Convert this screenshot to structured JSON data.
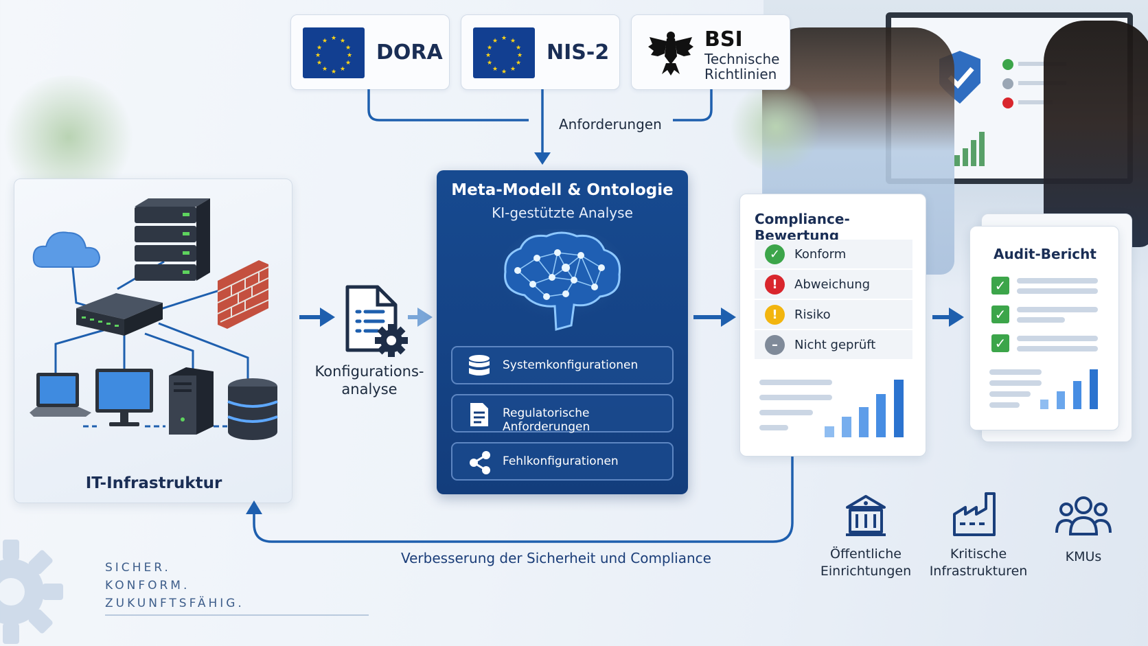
{
  "regulations": [
    {
      "label": "DORA"
    },
    {
      "label": "NIS-2"
    },
    {
      "label": "BSI",
      "sub1": "Technische",
      "sub2": "Richtlinien"
    }
  ],
  "requirements_label": "Anforderungen",
  "infrastructure": {
    "label": "IT-Infrastruktur"
  },
  "config_analysis": {
    "line1": "Konfigurations-",
    "line2": "analyse"
  },
  "meta_model": {
    "title": "Meta-Modell & Ontologie",
    "subtitle": "KI-gestützte Analyse",
    "items": [
      "Systemkonfigurationen",
      "Regulatorische Anforderungen",
      "Fehlkonfigurationen"
    ]
  },
  "compliance": {
    "title": "Compliance-Bewertung",
    "statuses": [
      {
        "label": "Konform",
        "color": "#3ca54a"
      },
      {
        "label": "Abweichung",
        "color": "#d9262d"
      },
      {
        "label": "Risiko",
        "color": "#f2b50f"
      },
      {
        "label": "Nicht geprüft",
        "color": "#7f8a99"
      }
    ]
  },
  "audit": {
    "title": "Audit-Bericht"
  },
  "feedback_label": "Verbesserung der Sicherheit und Compliance",
  "sectors": [
    {
      "line1": "Öffentliche",
      "line2": "Einrichtungen"
    },
    {
      "line1": "Kritische",
      "line2": "Infrastrukturen"
    },
    {
      "line1": "KMUs",
      "line2": ""
    }
  ],
  "tagline": [
    "SICHER.",
    "KONFORM.",
    "ZUKUNFTSFÄHIG."
  ],
  "colors": {
    "primary": "#1e5fae",
    "panel_dark": "#133d7c",
    "ok": "#3ca54a",
    "error": "#d9262d",
    "warn": "#f2b50f",
    "neutral": "#7f8a99"
  }
}
